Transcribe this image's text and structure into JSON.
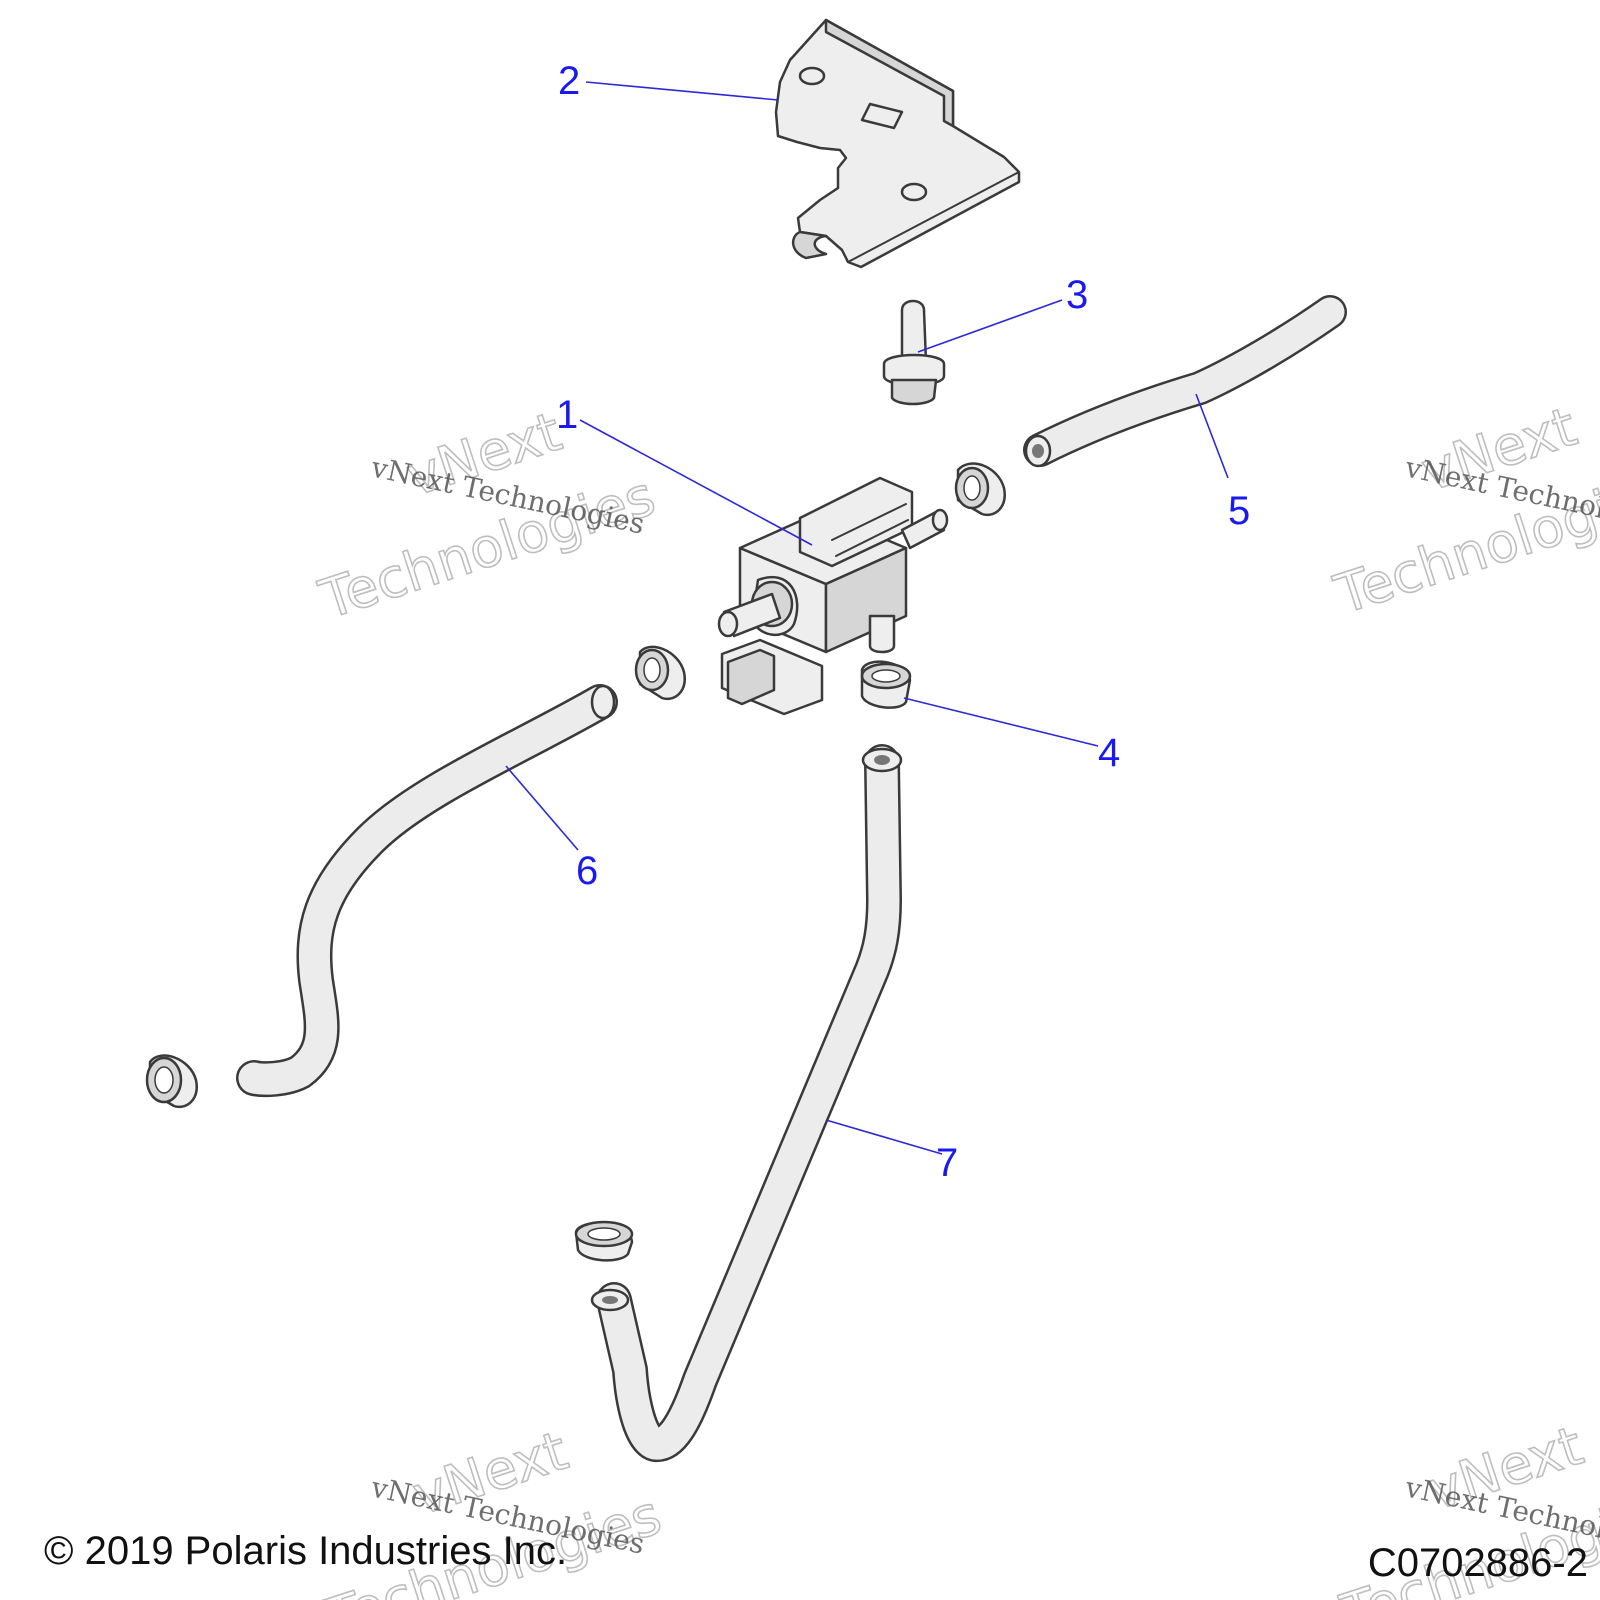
{
  "callouts": {
    "c1": "1",
    "c2": "2",
    "c3": "3",
    "c4": "4",
    "c5": "5",
    "c6": "6",
    "c7": "7"
  },
  "watermark": {
    "line1": "vNext Technologies",
    "big1": "vNext",
    "big2": "Technologies"
  },
  "footer": {
    "copyright": "© 2019 Polaris Industries Inc.",
    "drawing_code": "C0702886-2"
  },
  "colors": {
    "callout": "#1a1aee",
    "leader": "#2a2ad6",
    "outline": "#3a3a3a",
    "part_fill": "#eeeeee"
  }
}
